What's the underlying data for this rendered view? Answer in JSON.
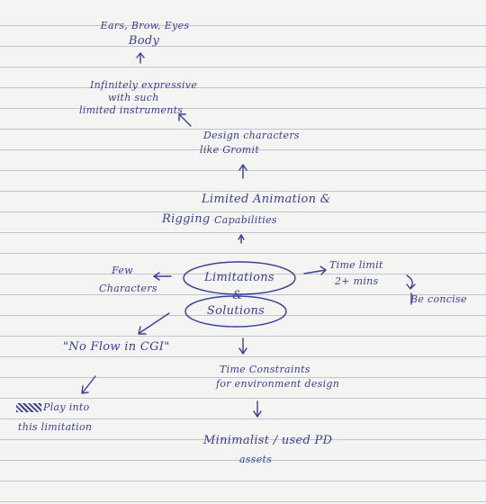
{
  "nodes": {
    "ears_brow_eyes": "Ears, Brow, Eyes",
    "body": "Body",
    "expressive_line1": "Infinitely expressive",
    "expressive_line2": "with such",
    "expressive_line3": "limited instruments",
    "design_line1": "Design characters",
    "design_line2": "like Gromit",
    "limited_anim": "Limited Animation &",
    "rigging": "Rigging",
    "capabilities": "Capabilities",
    "limitations": "Limitations",
    "ampersand": "&",
    "solutions": "Solutions",
    "few": "Few",
    "characters": "Characters",
    "time_limit": "Time limit",
    "mins": "2+ mins",
    "be_concise": "Be concise",
    "no_flow": "\"No Flow in CGI\"",
    "play_into": "Play into",
    "this_limitation": "this limitation",
    "time_constraints": "Time Constraints",
    "for_environment": "for environment design",
    "minimalist": "Minimalist / used PD",
    "assets": "assets"
  },
  "colors": {
    "ink": "#3b3f9a",
    "paper": "#f4f4f2",
    "rule": "#969faf"
  }
}
